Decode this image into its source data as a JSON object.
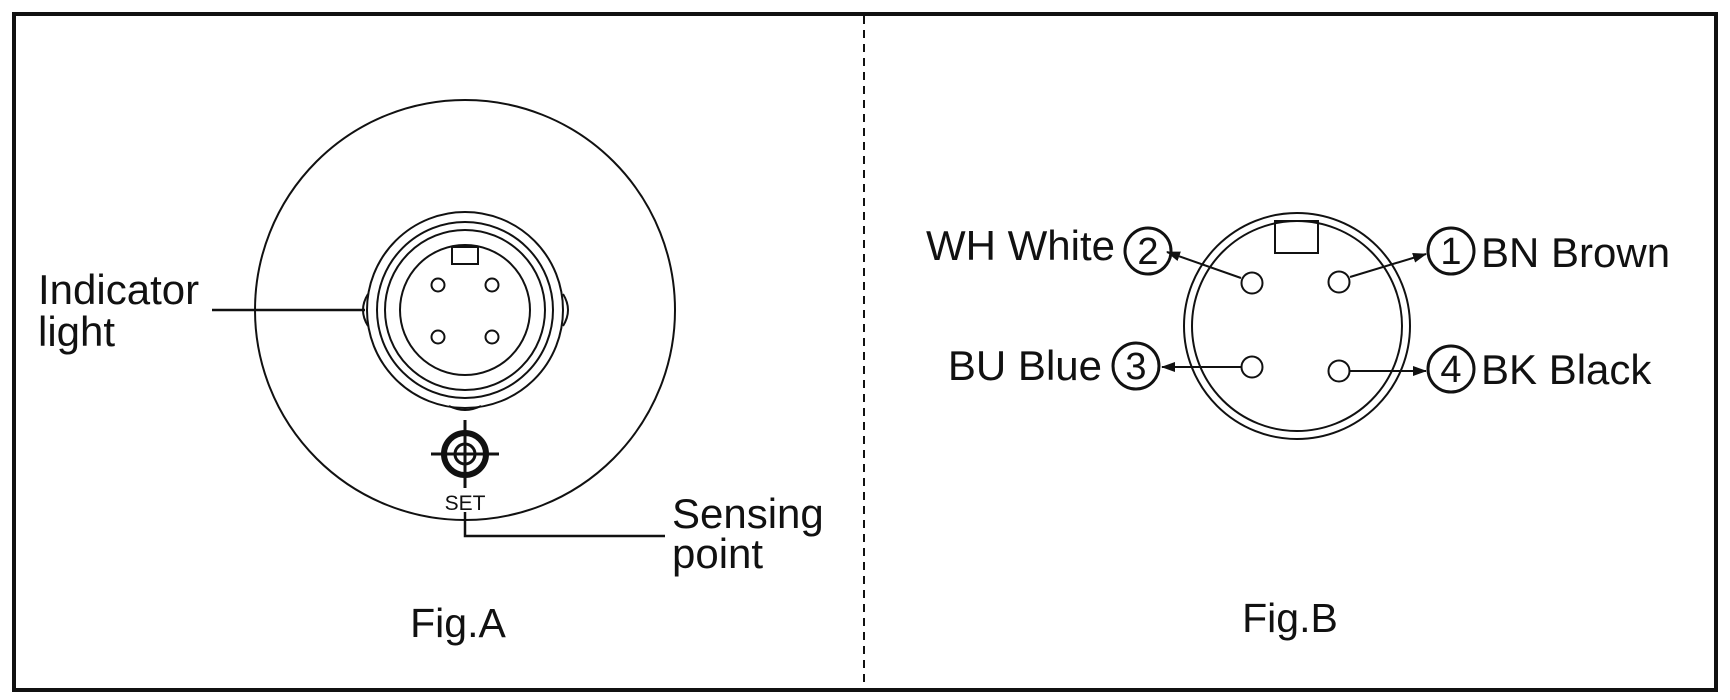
{
  "fig_a": {
    "caption": "Fig.A",
    "indicator_label": [
      "Indicator",
      "light"
    ],
    "sensing_label": [
      "Sensing",
      "point"
    ],
    "set_label": "SET"
  },
  "fig_b": {
    "caption": "Fig.B",
    "pins": [
      {
        "number": "1",
        "label": "BN Brown"
      },
      {
        "number": "2",
        "label": "WH White"
      },
      {
        "number": "3",
        "label": "BU Blue"
      },
      {
        "number": "4",
        "label": "BK Black"
      }
    ]
  },
  "colors": {
    "line": "#111111",
    "background": "#ffffff"
  }
}
